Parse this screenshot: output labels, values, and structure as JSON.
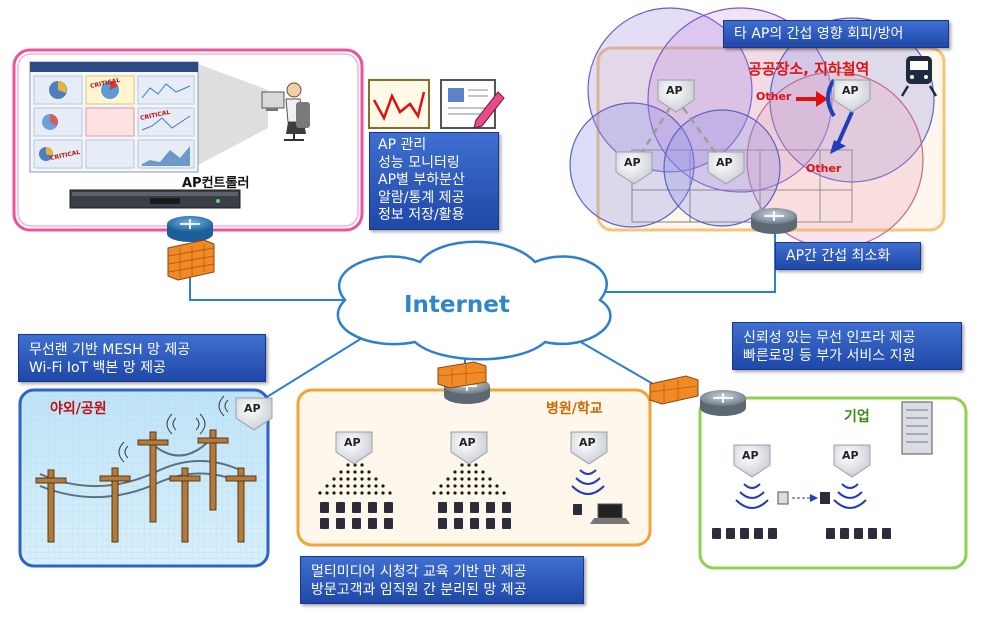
{
  "internet_label": "Internet",
  "controller": {
    "label": "AP컨트롤러",
    "screen_badges": [
      "CRITICAL",
      "CRITICAL",
      "CRITICAL"
    ],
    "features": [
      "AP 관리",
      "성능 모니터링",
      "AP별 부하분산",
      "알람/통계 제공",
      "정보 저장/활용"
    ]
  },
  "interference": {
    "title": "타 AP의 간섭 영향 회피/방어",
    "public_place": "공공장소, 지하철역",
    "other_1": "Other",
    "other_2": "Other",
    "bottom": "AP간 간섭 최소화",
    "ap_labels": [
      "AP",
      "AP",
      "AP",
      "AP"
    ]
  },
  "outdoor": {
    "info": [
      "무선랜 기반 MESH 망 제공",
      "Wi-Fi IoT 백본 망 제공"
    ],
    "title": "야외/공원",
    "ap": "AP"
  },
  "hospital": {
    "title": "병원/학교",
    "ap_labels": [
      "AP",
      "AP",
      "AP"
    ],
    "info": [
      "멀티미디어 시청각 교육 기반 만 제공",
      "방문고객과 임직원 간 분리된 망 제공"
    ]
  },
  "enterprise": {
    "info": [
      "신뢰성 있는 무선 인프라 제공",
      "빠른로밍 등 부가 서비스 지원"
    ],
    "title": "기업",
    "ap_labels": [
      "AP",
      "AP"
    ]
  },
  "colors": {
    "accent_blue": "#2a5bc0",
    "internet_text": "#2f86c9",
    "controller_border": "#e8559a",
    "hospital_border": "#f2a33a",
    "enterprise_border": "#8fd14f",
    "outdoor_border": "#2d62c8",
    "red": "#e01010"
  }
}
